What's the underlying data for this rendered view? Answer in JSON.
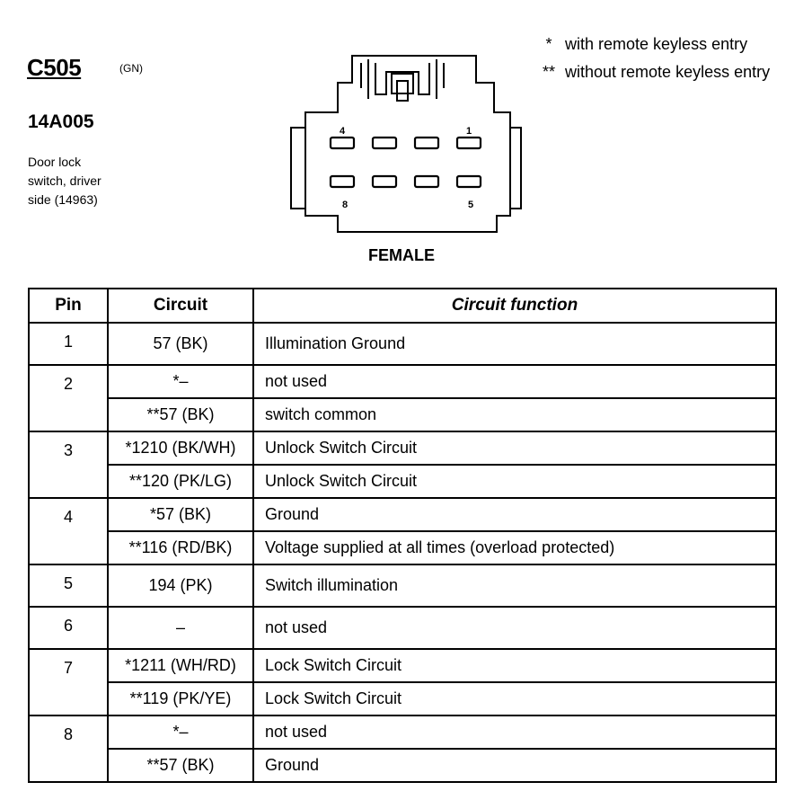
{
  "connector": {
    "id": "C505",
    "color_code": "(GN)",
    "part_number": "14A005",
    "description": [
      "Door lock",
      "switch, driver",
      "side (14963)"
    ],
    "view": "FEMALE",
    "cavity_labels": {
      "top_left": "4",
      "top_right": "1",
      "bottom_left": "8",
      "bottom_right": "5"
    }
  },
  "notes": [
    {
      "mark": "*",
      "text": "with remote keyless entry"
    },
    {
      "mark": "**",
      "text": "without remote keyless entry"
    }
  ],
  "table": {
    "headers": {
      "pin": "Pin",
      "circuit": "Circuit",
      "function": "Circuit function"
    },
    "rows": [
      {
        "pin": "1",
        "entries": [
          {
            "circuit": "57 (BK)",
            "function": "Illumination Ground"
          }
        ]
      },
      {
        "pin": "2",
        "entries": [
          {
            "circuit": "*–",
            "function": "not used"
          },
          {
            "circuit": "**57 (BK)",
            "function": "switch common"
          }
        ]
      },
      {
        "pin": "3",
        "entries": [
          {
            "circuit": "*1210 (BK/WH)",
            "function": "Unlock Switch Circuit"
          },
          {
            "circuit": "**120 (PK/LG)",
            "function": "Unlock Switch Circuit"
          }
        ]
      },
      {
        "pin": "4",
        "entries": [
          {
            "circuit": "*57 (BK)",
            "function": "Ground"
          },
          {
            "circuit": "**116 (RD/BK)",
            "function": "Voltage supplied at all times (overload protected)"
          }
        ]
      },
      {
        "pin": "5",
        "entries": [
          {
            "circuit": "194 (PK)",
            "function": "Switch illumination"
          }
        ]
      },
      {
        "pin": "6",
        "entries": [
          {
            "circuit": "–",
            "function": "not used"
          }
        ]
      },
      {
        "pin": "7",
        "entries": [
          {
            "circuit": "*1211 (WH/RD)",
            "function": "Lock Switch Circuit"
          },
          {
            "circuit": "**119 (PK/YE)",
            "function": "Lock Switch Circuit"
          }
        ]
      },
      {
        "pin": "8",
        "entries": [
          {
            "circuit": "*–",
            "function": "not used"
          },
          {
            "circuit": "**57 (BK)",
            "function": "Ground"
          }
        ]
      }
    ]
  }
}
